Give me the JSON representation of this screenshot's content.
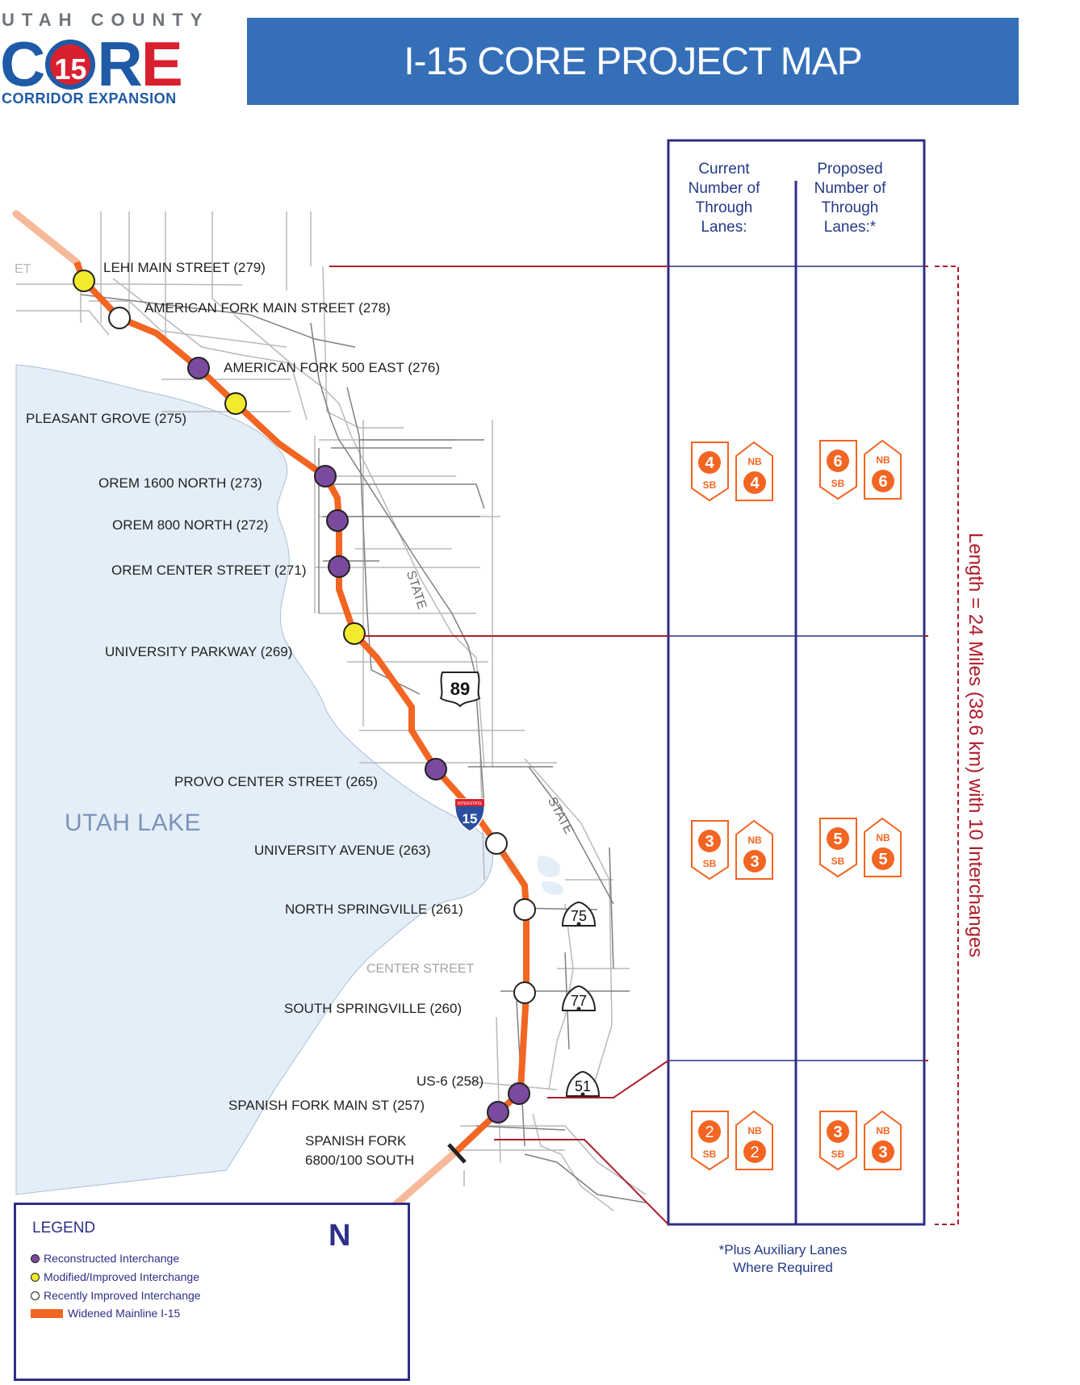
{
  "logo": {
    "top_line": "UTAH COUNTY",
    "main_left": "C",
    "main_circle": "15",
    "main_right": "R",
    "main_e": "E",
    "sub_line": "CORRIDOR EXPANSION"
  },
  "banner": {
    "title": "I-15 CORE PROJECT MAP"
  },
  "interchanges": [
    {
      "name": "LEHI MAIN STREET (279)",
      "type": "modified"
    },
    {
      "name": "AMERICAN FORK MAIN STREET (278)",
      "type": "recent"
    },
    {
      "name": "AMERICAN FORK 500 EAST (276)",
      "type": "reconstructed"
    },
    {
      "name": "PLEASANT GROVE (275)",
      "type": "modified"
    },
    {
      "name": "OREM 1600 NORTH (273)",
      "type": "reconstructed"
    },
    {
      "name": "OREM 800 NORTH (272)",
      "type": "reconstructed"
    },
    {
      "name": "OREM CENTER STREET (271)",
      "type": "reconstructed"
    },
    {
      "name": "UNIVERSITY PARKWAY (269)",
      "type": "modified"
    },
    {
      "name": "PROVO CENTER STREET (265)",
      "type": "reconstructed"
    },
    {
      "name": "UNIVERSITY AVENUE (263)",
      "type": "recent"
    },
    {
      "name": "NORTH SPRINGVILLE (261)",
      "type": "recent"
    },
    {
      "name": "SOUTH SPRINGVILLE (260)",
      "type": "recent"
    },
    {
      "name": "US-6 (258)",
      "type": "reconstructed"
    },
    {
      "name": "SPANISH FORK MAIN ST (257)",
      "type": "reconstructed"
    }
  ],
  "endpoint_label": {
    "line1": "SPANISH FORK",
    "line2": "6800/100 SOUTH"
  },
  "map_text": {
    "lake": "UTAH LAKE",
    "state1": "STATE",
    "state2": "STATE",
    "center_street": "CENTER STREET",
    "edge_fragment": "ET"
  },
  "route_shields": {
    "us89": "89",
    "i15": "15",
    "i15_top": "INTERSTATE",
    "sr75": "75",
    "sr77": "77",
    "sr51": "51"
  },
  "lanes_table": {
    "current_header": [
      "Current",
      "Number of",
      "Through",
      "Lanes:"
    ],
    "proposed_header": [
      "Proposed",
      "Number of",
      "Through",
      "Lanes:*"
    ],
    "sb_label": "SB",
    "nb_label": "NB",
    "segments": [
      {
        "current_sb": "4",
        "current_nb": "4",
        "proposed_sb": "6",
        "proposed_nb": "6"
      },
      {
        "current_sb": "3",
        "current_nb": "3",
        "proposed_sb": "5",
        "proposed_nb": "5"
      },
      {
        "current_sb": "2",
        "current_nb": "2",
        "proposed_sb": "3",
        "proposed_nb": "3"
      }
    ],
    "note_line1": "*Plus Auxiliary Lanes",
    "note_line2": "Where Required"
  },
  "length_text": "Length = 24 Miles (38.6 km) with 10 Interchanges",
  "legend": {
    "title": "LEGEND",
    "items": [
      {
        "label": "Reconstructed Interchange",
        "color": "#7b4a9e"
      },
      {
        "label": "Modified/Improved Interchange",
        "color": "#f2ea2c"
      },
      {
        "label": "Recently Improved Interchange",
        "color": "#ffffff"
      },
      {
        "label": "Widened Mainline I-15",
        "color": "#f26522"
      }
    ],
    "north": "N"
  },
  "colors": {
    "banner": "#356fb8",
    "mainline": "#f26522",
    "mainline_ext": "#f6b99a",
    "lake": "#e4eef8",
    "table_border": "#2e2f88",
    "leader_line": "#b01c2a",
    "reconstructed": "#7b4a9e",
    "modified": "#f2ea2c",
    "recent": "#ffffff"
  }
}
